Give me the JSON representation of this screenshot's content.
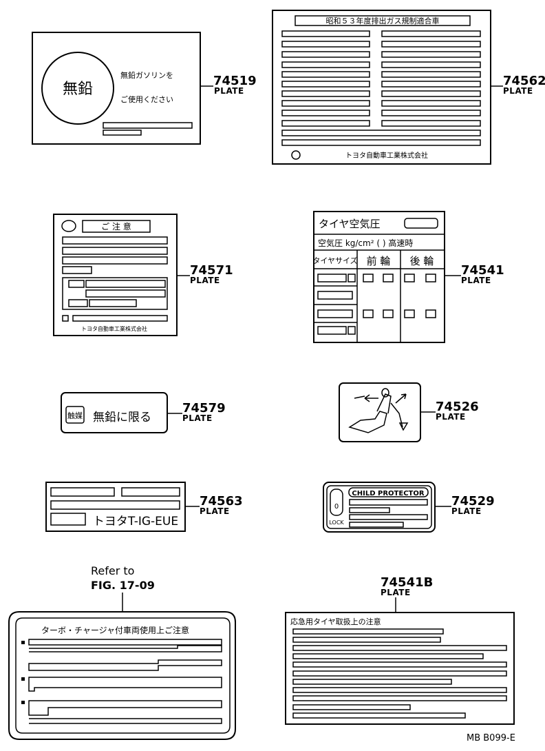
{
  "parts": {
    "p74519": {
      "number": "74519",
      "label": "PLATE",
      "circle_text": "無鉛",
      "line1": "無鉛ガソリンを",
      "line2": "ご使用ください"
    },
    "p74562": {
      "number": "74562",
      "label": "PLATE",
      "header": "昭和５３年度排出ガス規制適合車",
      "footer": "トヨタ自動車工業株式会社"
    },
    "p74571": {
      "number": "74571",
      "label": "PLATE",
      "header": "ご 注 意",
      "footer": "トヨタ自動車工業株式会社"
    },
    "p74541": {
      "number": "74541",
      "label": "PLATE",
      "title": "タイヤ空気圧",
      "row2": "空気圧 kg/cm² ( ) 高速時",
      "col_size": "タイヤサイズ",
      "col_front": "前 輪",
      "col_rear": "後 輪"
    },
    "p74579": {
      "number": "74579",
      "label": "PLATE",
      "box_text": "触媒",
      "text": "無鉛に限る"
    },
    "p74526": {
      "number": "74526",
      "label": "PLATE"
    },
    "p74563": {
      "number": "74563",
      "label": "PLATE",
      "engine_text": "トヨタT-IG-EUE"
    },
    "p74529": {
      "number": "74529",
      "label": "PLATE",
      "title": "CHILD PROTECTOR",
      "lock": "LOCK"
    },
    "turbo": {
      "ref_line1": "Refer to",
      "ref_line2": "FIG. 17-09",
      "title": "ターボ・チャージャ付車両使用上ご注意"
    },
    "p74541B": {
      "number": "74541B",
      "label": "PLATE",
      "title": "応急用タイヤ取扱上の注意"
    }
  },
  "footer_code": "MB  B099-E"
}
